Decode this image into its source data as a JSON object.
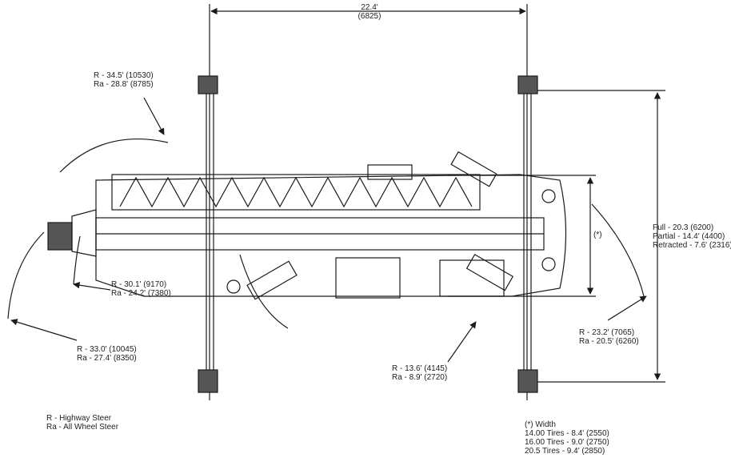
{
  "colors": {
    "line": "#1a1a1a",
    "fill_dark": "#555555",
    "text": "#222222"
  },
  "dimensions": {
    "track_width": {
      "feet": "22.4'",
      "mm": "(6825)"
    },
    "outrigger_spread": {
      "full": "Full - 20.3 (6200)",
      "partial": "Partial - 14.4' (4400)",
      "retracted": "Retracted - 7.6' (2316)"
    },
    "width_marker": "(*)"
  },
  "turning_radii": {
    "front_upper": {
      "r": "R - 34.5' (10530)",
      "ra": "Ra - 28.8' (8785)"
    },
    "front_inner": {
      "r": "R - 30.1' (9170)",
      "ra": "Ra - 24.2' (7380)"
    },
    "front_outer": {
      "r": "R - 33.0' (10045)",
      "ra": "Ra - 27.4' (8350)"
    },
    "center": {
      "r": "R - 13.6' (4145)",
      "ra": "Ra - 8.9' (2720)"
    },
    "rear": {
      "r": "R - 23.2' (7065)",
      "ra": "Ra - 20.5' (6260)"
    }
  },
  "legend": {
    "r": "R - Highway Steer",
    "ra": "Ra - All Wheel Steer"
  },
  "width_notes": {
    "title": "(*) Width",
    "rows": [
      "14.00 Tires - 8.4' (2550)",
      "16.00 Tires - 9.0' (2750)",
      "20.5 Tires - 9.4' (2850)"
    ]
  }
}
